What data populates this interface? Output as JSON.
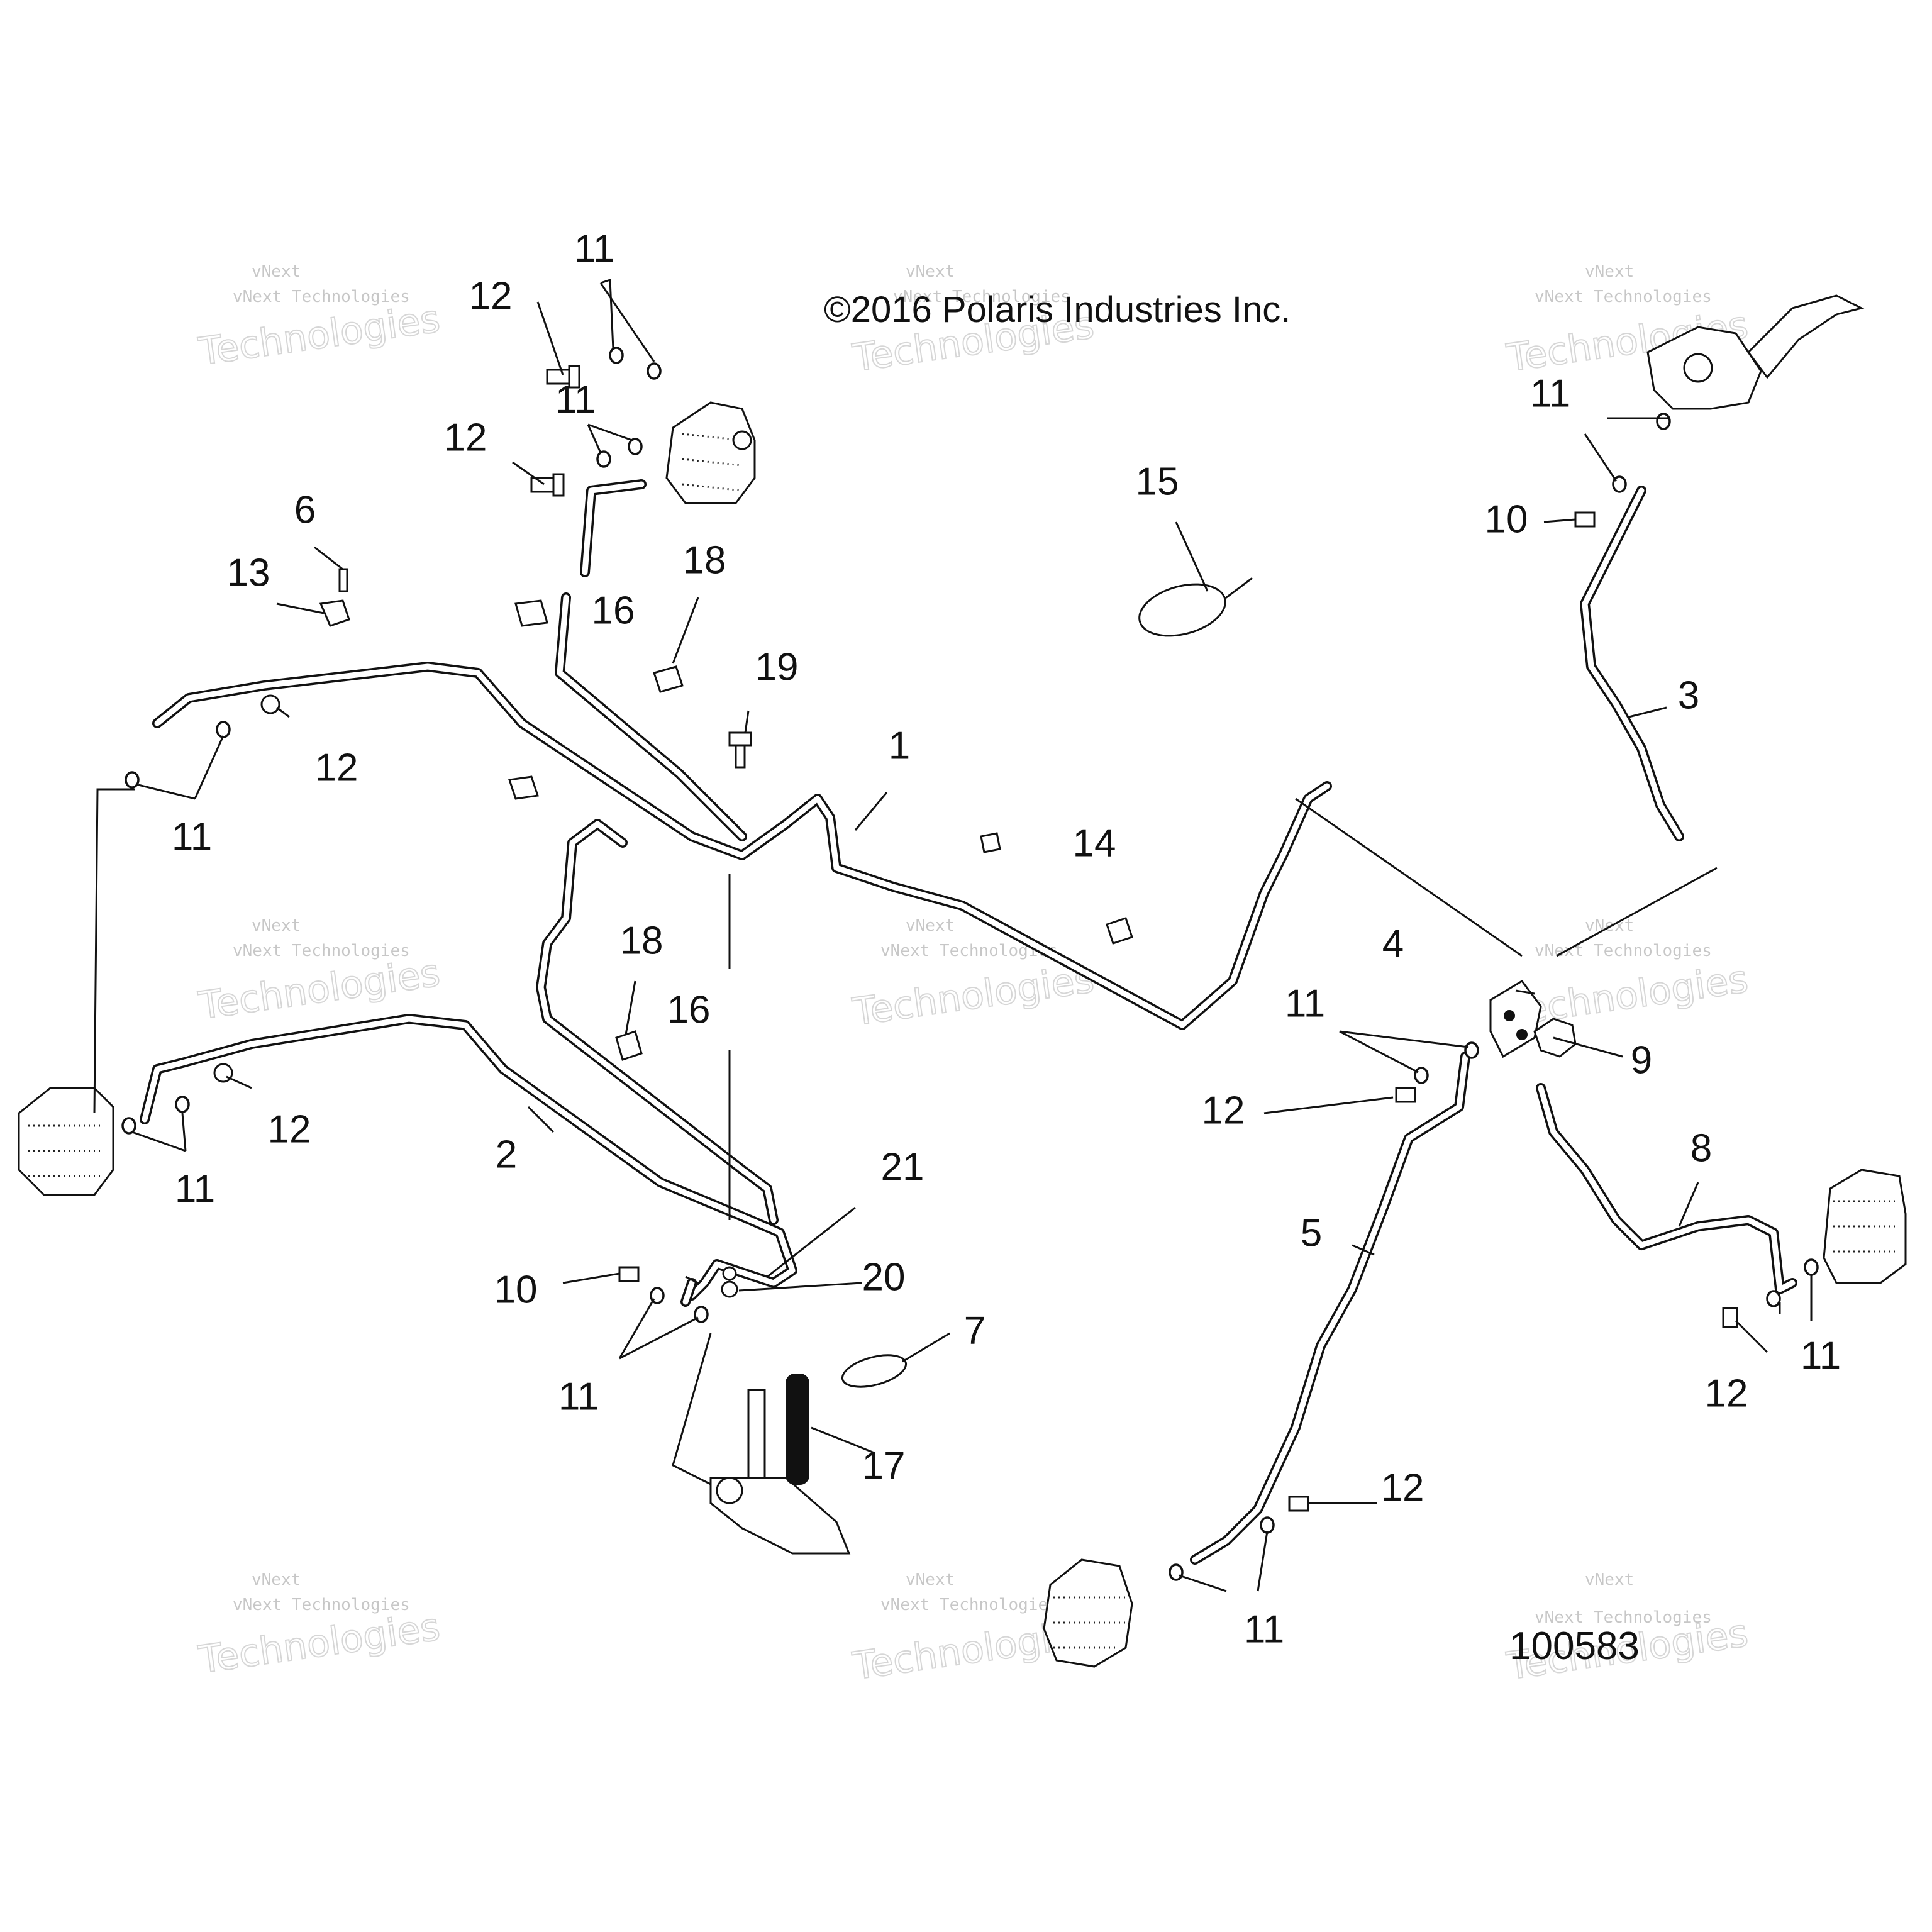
{
  "copyright": "©2016 Polaris Industries Inc.",
  "figure_number": "100583",
  "watermark": {
    "small": "vNext Technologies",
    "big": "Technologies",
    "top": "vNext"
  },
  "callouts": {
    "c1": "1",
    "c2": "2",
    "c3": "3",
    "c4": "4",
    "c5": "5",
    "c6": "6",
    "c7": "7",
    "c8": "8",
    "c9": "9",
    "c10a": "10",
    "c10b": "10",
    "c11a": "11",
    "c11b": "11",
    "c11c": "11",
    "c11d": "11",
    "c11e": "11",
    "c11f": "11",
    "c11g": "11",
    "c11h": "11",
    "c11i": "11",
    "c12a": "12",
    "c12b": "12",
    "c12c": "12",
    "c12d": "12",
    "c12e": "12",
    "c12f": "12",
    "c12g": "12",
    "c13": "13",
    "c14": "14",
    "c15": "15",
    "c16a": "16",
    "c16b": "16",
    "c17": "17",
    "c18a": "18",
    "c18b": "18",
    "c19": "19",
    "c20": "20",
    "c21": "21"
  }
}
